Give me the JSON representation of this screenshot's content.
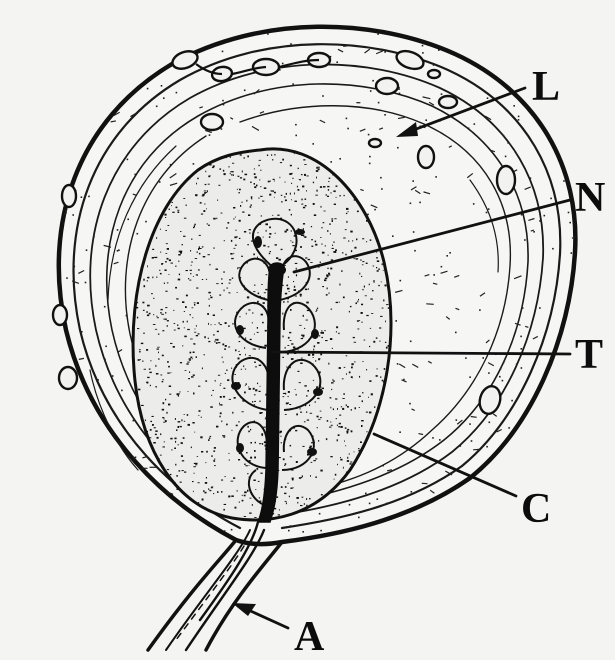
{
  "figure": {
    "labels": {
      "L": "L",
      "N": "N",
      "T": "T",
      "C": "C",
      "A": "A"
    },
    "ink_color": "#111111",
    "paper_color": "#f4f4f2"
  }
}
